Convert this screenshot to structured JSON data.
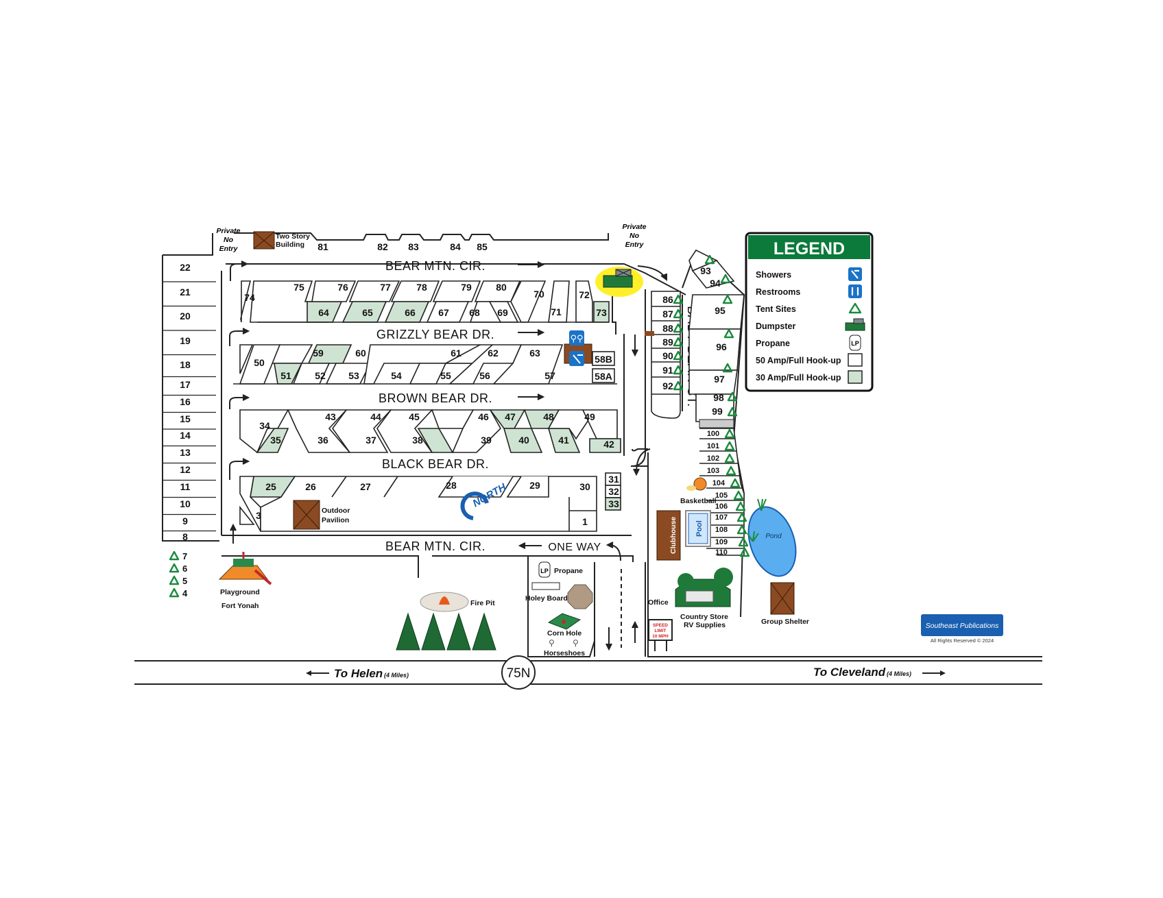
{
  "streets": {
    "bear_mtn_top": "BEAR MTN. CIR.",
    "grizzly": "GRIZZLY BEAR DR.",
    "brown": "BROWN BEAR DR.",
    "black": "BLACK BEAR DR.",
    "bear_mtn_bottom": "BEAR MTN. CIR.",
    "one_way": "ONE WAY",
    "baby_bear": "BABY BEAR CT."
  },
  "private_left": [
    "Private",
    "No",
    "Entry"
  ],
  "private_right": [
    "Private",
    "No",
    "Entry"
  ],
  "labels": {
    "two_story": [
      "Two Story",
      "Building"
    ],
    "outdoor_pavilion": [
      "Outdoor",
      "Pavilion"
    ],
    "playground": "Playground",
    "fort_yonah": "Fort Yonah",
    "fire_pit": "Fire Pit",
    "propane": "Propane",
    "holey_board": "Holey Board",
    "corn_hole": "Corn Hole",
    "horseshoes": "Horseshoes",
    "basketball": "Basketball",
    "clubhouse": "Clubhouse",
    "pool": "Pool",
    "pond": "Pond",
    "office": "Office",
    "country_store": [
      "Country Store",
      "RV Supplies"
    ],
    "group_shelter": "Group Shelter",
    "speed_sign": [
      "SPEED",
      "LIMIT",
      "10 MPH"
    ],
    "north": "NORTH",
    "highway": "75N",
    "to_helen": "To Helen",
    "to_helen_miles": "(4 Miles)",
    "to_cleveland": "To Cleveland",
    "to_cleveland_miles": "(4 Miles)",
    "publisher": "Southeast Publications",
    "copyright": "All Rights Reserved © 2024",
    "lp": "LP"
  },
  "legend": {
    "title": "LEGEND",
    "items": [
      {
        "label": "Showers",
        "icon": "shower-icon"
      },
      {
        "label": "Restrooms",
        "icon": "restroom-icon"
      },
      {
        "label": "Tent Sites",
        "icon": "tent-icon"
      },
      {
        "label": "Dumpster",
        "icon": "dumpster-icon"
      },
      {
        "label": "Propane",
        "icon": "propane-icon"
      },
      {
        "label": "50 Amp/Full Hook-up",
        "icon": "white-swatch"
      },
      {
        "label": "30 Amp/Full Hook-up",
        "icon": "green-swatch"
      }
    ]
  },
  "colors": {
    "legend_green": "#0b7a3a",
    "hookup_30": "#cfe3d2",
    "tent_green": "#1a8a3c",
    "dumpster_highlight": "#ffef2a",
    "pond_blue": "#5aaef0",
    "icon_blue": "#1a73c7"
  },
  "left_column_sites": [
    "22",
    "21",
    "20",
    "19",
    "18",
    "17",
    "16",
    "15",
    "14",
    "13",
    "12",
    "11",
    "10",
    "9",
    "8"
  ],
  "tent_site_list": [
    "7",
    "6",
    "5",
    "4"
  ],
  "row1_top_sites": [
    "81",
    "82",
    "83",
    "84",
    "85"
  ],
  "row2_sites": [
    "74",
    "75",
    "76",
    "77",
    "78",
    "79",
    "80",
    "70",
    "71",
    "72",
    "64",
    "65",
    "66",
    "67",
    "68",
    "69",
    "73"
  ],
  "row3_sites": [
    "50",
    "59",
    "60",
    "61",
    "62",
    "63",
    "51",
    "52",
    "53",
    "54",
    "55",
    "56",
    "57",
    "58B",
    "58A"
  ],
  "row4_sites": [
    "34",
    "43",
    "44",
    "45",
    "46",
    "47",
    "48",
    "49",
    "35",
    "36",
    "37",
    "38",
    "39",
    "40",
    "41",
    "42"
  ],
  "row5_sites": [
    "25",
    "26",
    "27",
    "28",
    "29",
    "30",
    "31",
    "32",
    "33",
    "3",
    "1"
  ],
  "baby_bear_sites": [
    "86",
    "87",
    "88",
    "89",
    "90",
    "91",
    "92"
  ],
  "east_sites": [
    "93",
    "94",
    "95",
    "96",
    "97",
    "98",
    "99",
    "100",
    "101",
    "102",
    "103",
    "104",
    "105",
    "106",
    "107",
    "108",
    "109",
    "110"
  ]
}
